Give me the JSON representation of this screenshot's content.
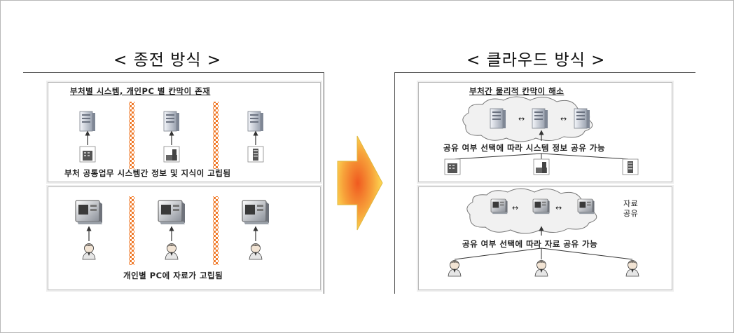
{
  "left": {
    "title": "< 종전 방식 >",
    "top_panel": {
      "heading": "부처별 시스템, 개인PC 별 칸막이 존재",
      "caption": "부처 공통업무 시스템간 정보 및 지식이 고립됨"
    },
    "bottom_panel": {
      "caption": "개인별 PC에 자료가 고립됨"
    }
  },
  "right": {
    "title": "< 클라우드 방식 >",
    "top_panel": {
      "heading": "부처간 물리적 칸막이 해소",
      "caption": "공유 여부 선택에 따라 시스템 정보 공유 가능"
    },
    "bottom_panel": {
      "side_label_1": "자료",
      "side_label_2": "공유",
      "caption": "공유 여부 선택에 따라 자료 공유 가능"
    }
  },
  "colors": {
    "barrier": "#f07a2a",
    "arrow_center": "#f05a20",
    "arrow_edge": "#ffe85a"
  }
}
